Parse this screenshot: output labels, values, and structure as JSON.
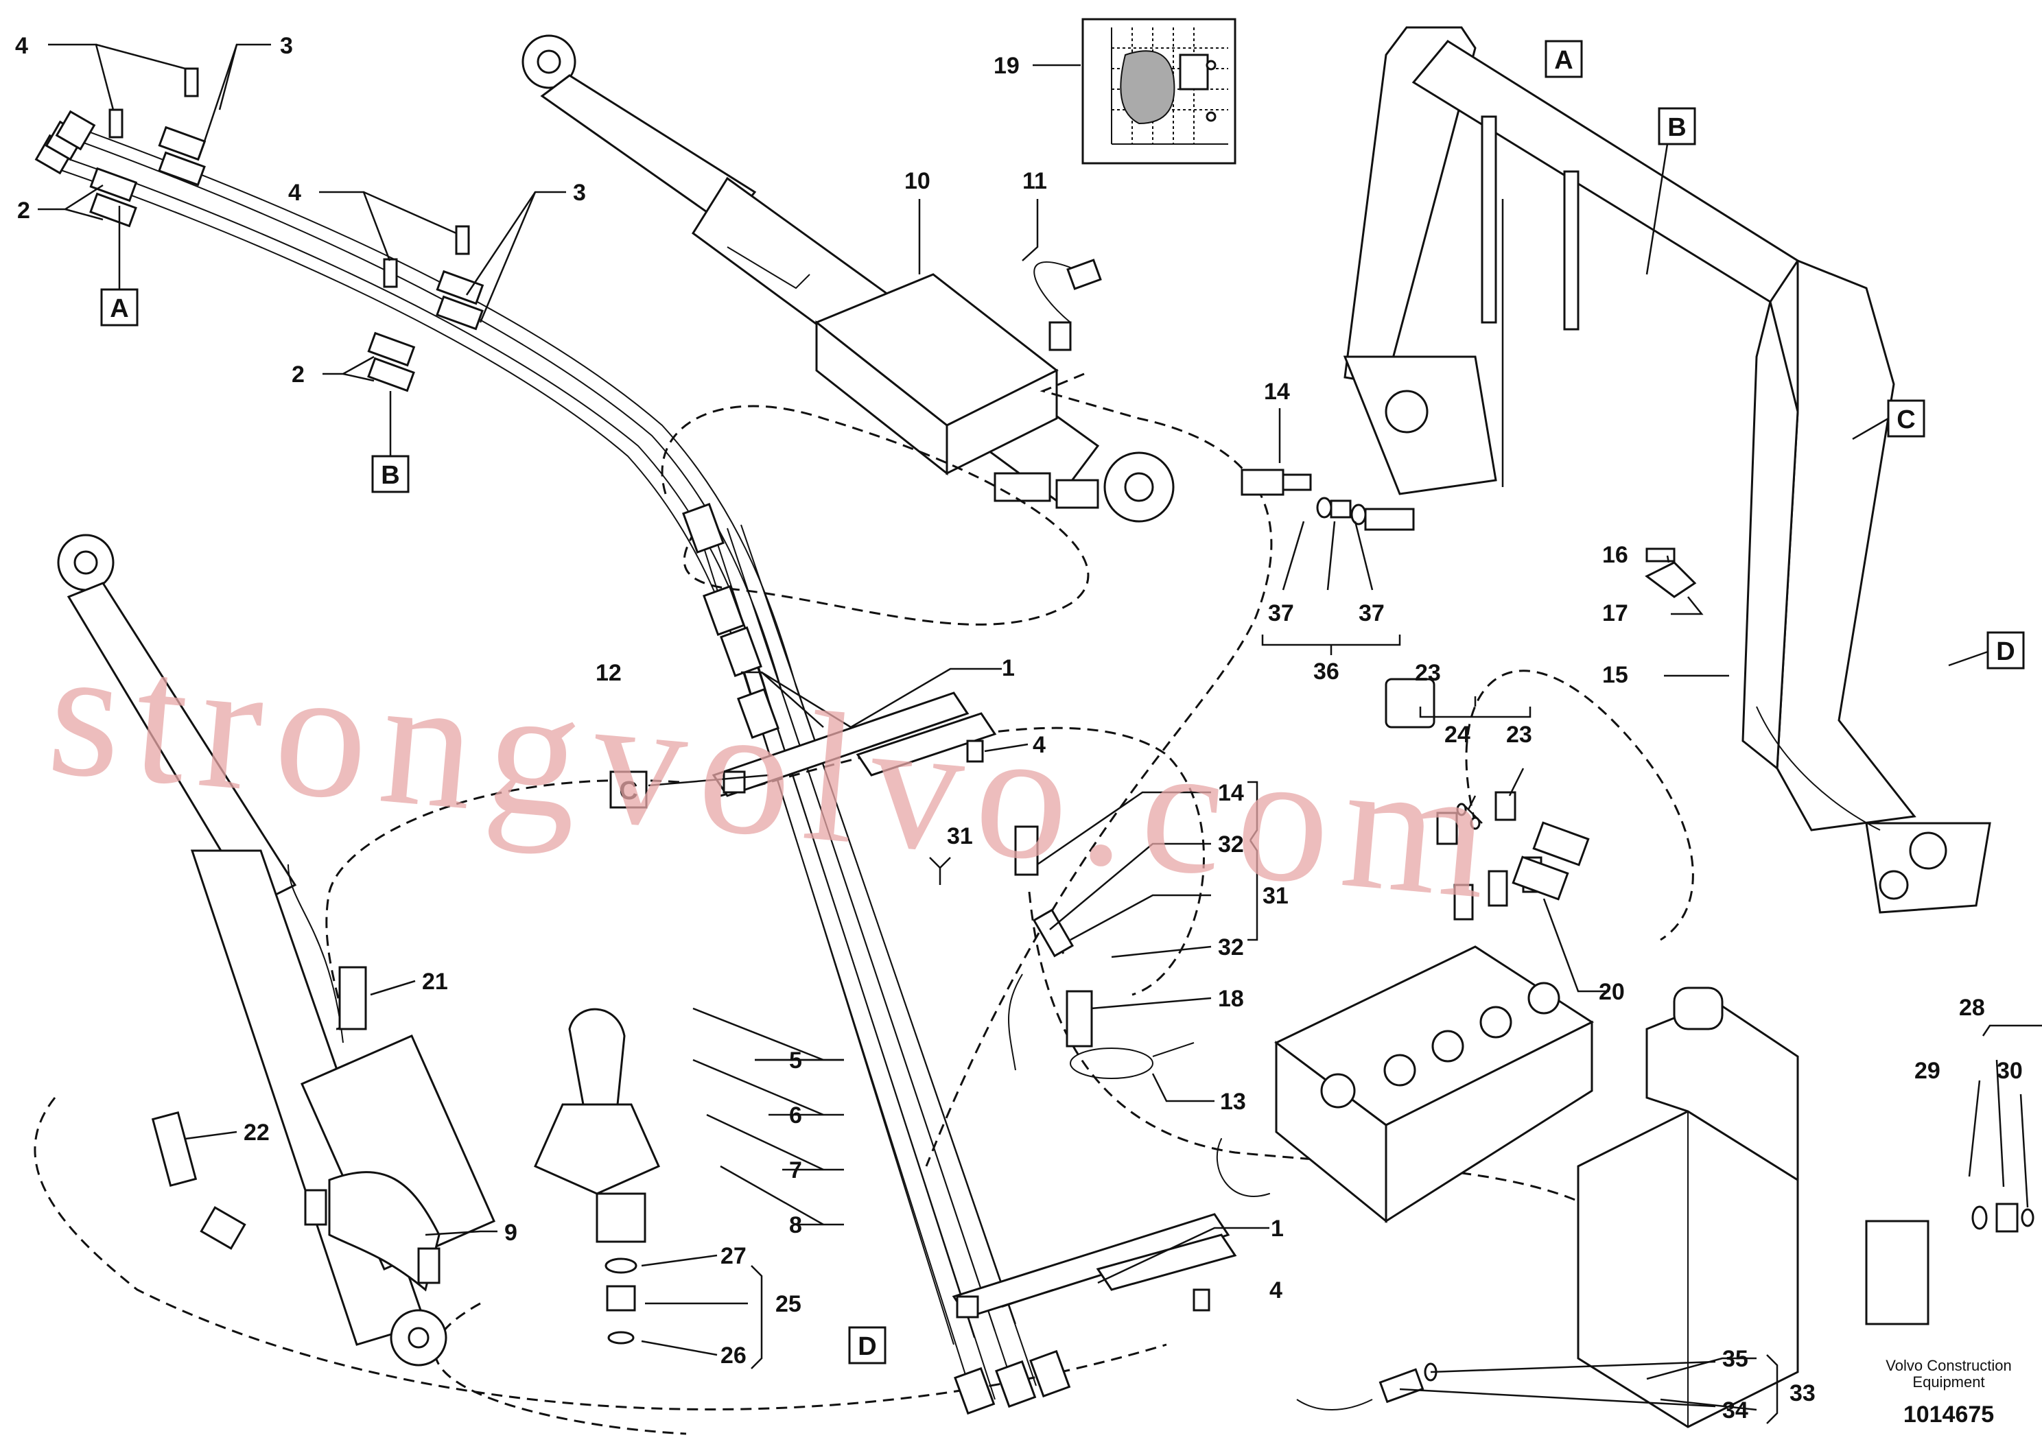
{
  "watermark": "strongvolvo.com",
  "footer": {
    "company_line1": "Volvo Construction",
    "company_line2": "Equipment",
    "drawing_number": "1014675"
  },
  "ref_boxes": [
    "A",
    "B",
    "C",
    "D"
  ],
  "callouts": {
    "c1": "1",
    "c2": "2",
    "c3": "3",
    "c4": "4",
    "c5": "5",
    "c6": "6",
    "c7": "7",
    "c8": "8",
    "c9": "9",
    "c10": "10",
    "c11": "11",
    "c12": "12",
    "c13": "13",
    "c14": "14",
    "c15": "15",
    "c16": "16",
    "c17": "17",
    "c18": "18",
    "c19": "19",
    "c20": "20",
    "c21": "21",
    "c22": "22",
    "c23": "23",
    "c24": "24",
    "c25": "25",
    "c26": "26",
    "c27": "27",
    "c28": "28",
    "c29": "29",
    "c30": "30",
    "c31": "31",
    "c32": "32",
    "c33": "33",
    "c34": "34",
    "c35": "35",
    "c36": "36",
    "c37": "37"
  }
}
